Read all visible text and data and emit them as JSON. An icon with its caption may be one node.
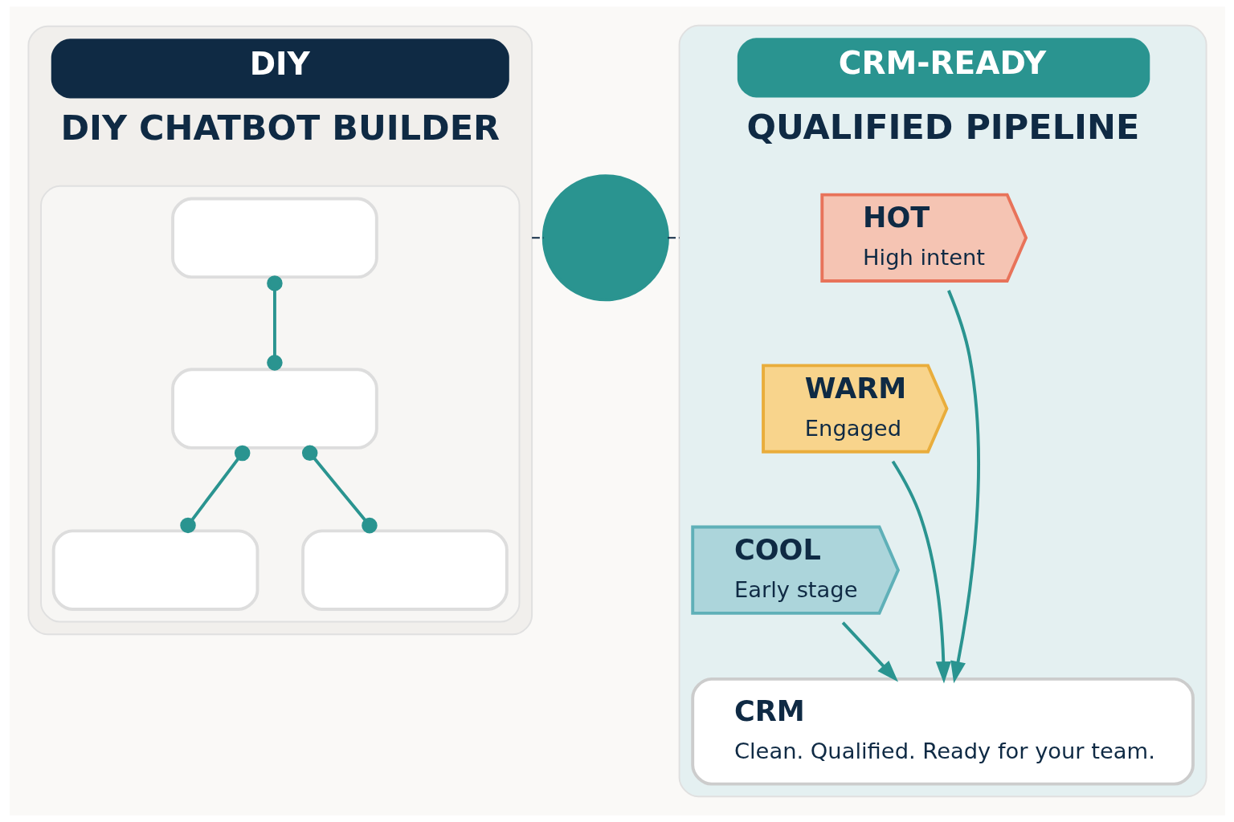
{
  "diagram": {
    "nodes": [
      {
        "text": [
          "DIY",
          "DIY CHATBOT BUILDER"
        ]
      },
      {
        "text": [],
        "shape": "box",
        "in": 0
      },
      {
        "text": [],
        "shape": "box",
        "in": 1
      },
      {
        "text": [],
        "shape": "box",
        "in": 1
      },
      {
        "text": [],
        "shape": "box",
        "in": 1
      },
      {
        "text": [],
        "shape": "box",
        "in": 1
      },
      {
        "text": [],
        "shape": "circle"
      },
      {
        "text": [
          "CRM-READY",
          "QUALIFIED PIPELINE"
        ]
      },
      {
        "text": [
          "HOT",
          "High intent"
        ],
        "in": 7
      },
      {
        "text": [
          "WARM",
          "Engaged"
        ],
        "in": 7
      },
      {
        "text": [
          "COOL",
          "Early stage"
        ],
        "in": 7
      },
      {
        "text": [
          "CRM",
          "Clean. Qualified. Ready for your team."
        ],
        "in": 7
      }
    ],
    "edges": [
      {
        "from": 2,
        "to": 3,
        "arrow": "other"
      },
      {
        "from": 3,
        "to": 4,
        "arrow": "other"
      },
      {
        "from": 3,
        "to": 5,
        "arrow": "other"
      },
      {
        "from": 0,
        "to": 6,
        "arrow": "none",
        "style": "dashed",
        "color": "#0f2a44"
      },
      {
        "from": 6,
        "to": 7,
        "arrow": "none",
        "style": "dashed",
        "color": "#0f2a44"
      },
      {
        "from": 8,
        "to": 11,
        "arrow": "to"
      },
      {
        "from": 9,
        "to": 11,
        "arrow": "to"
      },
      {
        "from": 10,
        "to": 11,
        "arrow": "to"
      }
    ]
  }
}
